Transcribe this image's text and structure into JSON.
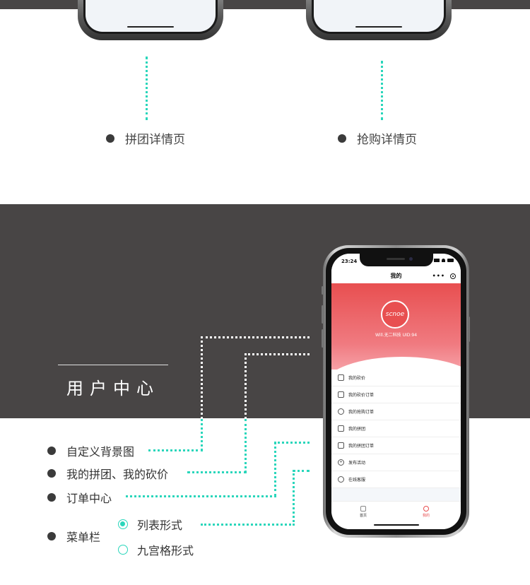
{
  "top_section": {
    "captions": [
      {
        "label": "拼团详情页"
      },
      {
        "label": "抢购详情页"
      }
    ]
  },
  "user_center": {
    "title": "用户中心",
    "features": [
      {
        "label": "自定义背景图"
      },
      {
        "label": "我的拼团、我的砍价"
      },
      {
        "label": "订单中心"
      },
      {
        "label": "菜单栏"
      }
    ],
    "menu_styles": [
      {
        "label": "列表形式",
        "selected": true
      },
      {
        "label": "九宫格形式",
        "selected": false
      }
    ]
  },
  "phone": {
    "status_time": "23:24",
    "page_title": "我的",
    "avatar_text": "scnoe",
    "user_line": "Will.无二科技 UID:94",
    "menu": [
      {
        "label": "我的砍价",
        "icon": "envelope-icon"
      },
      {
        "label": "我的砍价订单",
        "icon": "clipboard-icon"
      },
      {
        "label": "我的抢购订单",
        "icon": "clock-icon"
      },
      {
        "label": "我的拼团",
        "icon": "tag-icon"
      },
      {
        "label": "我的拼团订单",
        "icon": "tag-icon"
      },
      {
        "label": "发布活动",
        "icon": "plus-circle-icon"
      },
      {
        "label": "在线客服",
        "icon": "headset-icon"
      }
    ],
    "tabs": [
      {
        "label": "首页"
      },
      {
        "label": "我的"
      }
    ]
  },
  "colors": {
    "accent": "#2ad6bb",
    "dark_band": "#484545",
    "brand_red": "#e84f50"
  }
}
